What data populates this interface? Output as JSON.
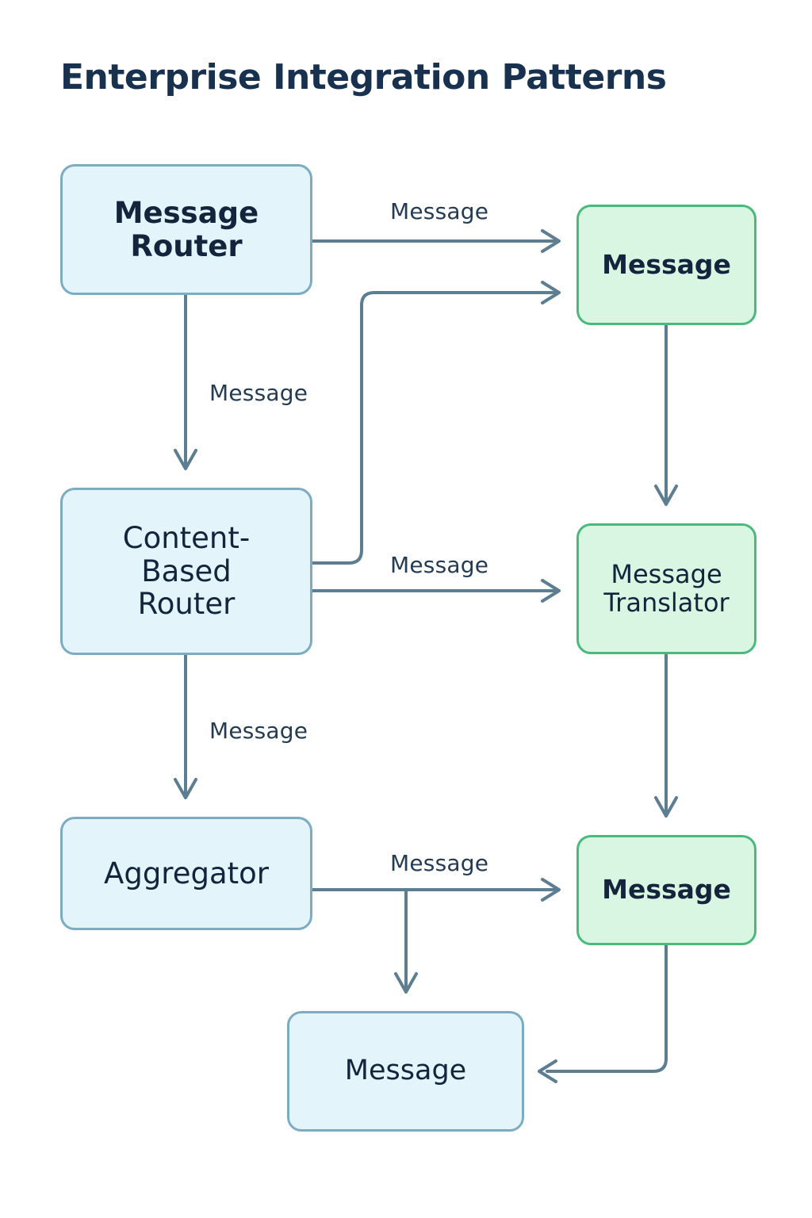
{
  "title": "Enterprise Integration Patterns",
  "theme": {
    "background": "#ffffff",
    "title_color": "#18314f",
    "blue_fill": "#e4f4fb",
    "blue_stroke": "#7cacc2",
    "green_fill": "#d8f6e2",
    "green_stroke": "#49b97c",
    "edge_color": "#5d7d90",
    "label_color": "#233b53",
    "node_text_color": "#14243d"
  },
  "nodes": [
    {
      "id": "message-router",
      "label": "Message Router",
      "kind": "pattern",
      "color": "blue"
    },
    {
      "id": "message-a",
      "label": "Message",
      "kind": "message",
      "color": "green"
    },
    {
      "id": "content-based-router",
      "label": "Content-Based Router",
      "kind": "pattern",
      "color": "blue"
    },
    {
      "id": "message-translator",
      "label": "Message Translator",
      "kind": "pattern",
      "color": "green"
    },
    {
      "id": "aggregator",
      "label": "Aggregator",
      "kind": "pattern",
      "color": "blue"
    },
    {
      "id": "message-b",
      "label": "Message",
      "kind": "message",
      "color": "green"
    },
    {
      "id": "message-c",
      "label": "Message",
      "kind": "message",
      "color": "blue"
    }
  ],
  "node_text": {
    "message_router_line1": "Message",
    "message_router_line2": "Router",
    "message_a": "Message",
    "cbr_line1": "Content-",
    "cbr_line2": "Based",
    "cbr_line3": "Router",
    "translator_line1": "Message",
    "translator_line2": "Translator",
    "aggregator": "Aggregator",
    "message_b": "Message",
    "message_c": "Message"
  },
  "edges": [
    {
      "id": "e1",
      "from": "message-router",
      "to": "message-a",
      "label": "Message"
    },
    {
      "id": "e2",
      "from": "message-router",
      "to": "content-based-router",
      "label": "Message"
    },
    {
      "id": "e3",
      "from": "content-based-router",
      "to": "message-a",
      "label": ""
    },
    {
      "id": "e4",
      "from": "content-based-router",
      "to": "message-translator",
      "label": "Message"
    },
    {
      "id": "e5",
      "from": "content-based-router",
      "to": "aggregator",
      "label": "Message"
    },
    {
      "id": "e6",
      "from": "message-a",
      "to": "message-translator",
      "label": ""
    },
    {
      "id": "e7",
      "from": "message-translator",
      "to": "message-b",
      "label": ""
    },
    {
      "id": "e8",
      "from": "aggregator",
      "to": "message-b",
      "label": "Message"
    },
    {
      "id": "e9",
      "from": "aggregator",
      "to": "message-c",
      "label": ""
    },
    {
      "id": "e10",
      "from": "message-b",
      "to": "message-c",
      "label": ""
    }
  ],
  "edge_labels": {
    "router_to_message": "Message",
    "router_to_cbr": "Message",
    "cbr_to_translator": "Message",
    "cbr_to_aggregator": "Message",
    "aggregator_to_message": "Message"
  }
}
